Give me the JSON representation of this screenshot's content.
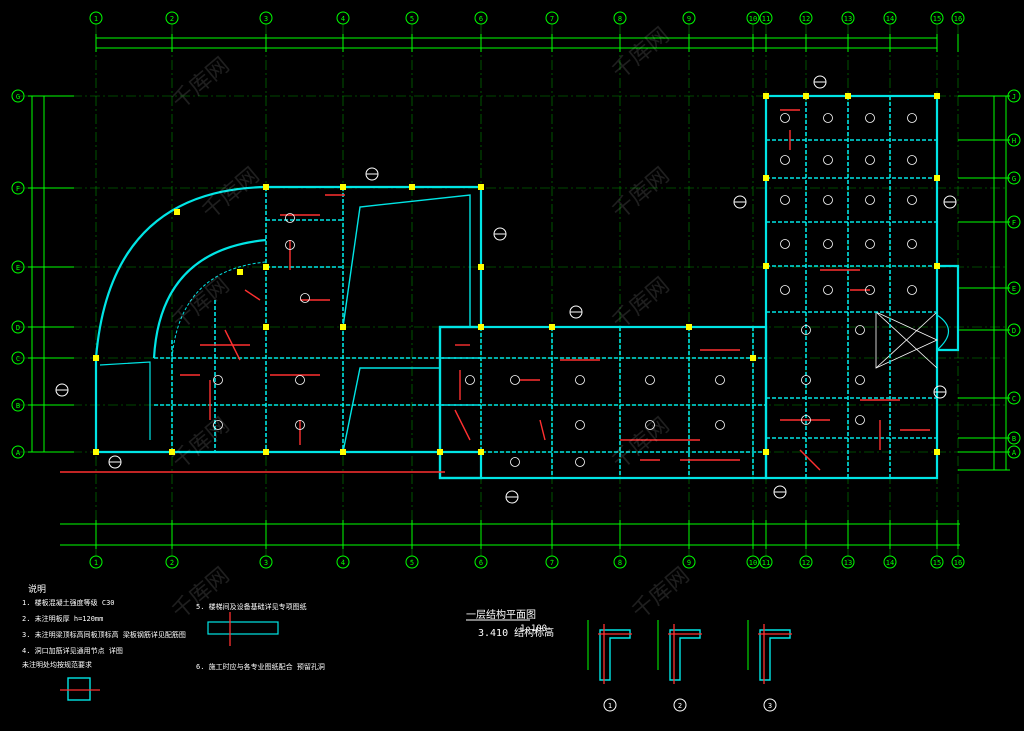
{
  "drawing": {
    "title": "一层结构平面图",
    "scale": "1:100",
    "plan_caption_line2": "3.410 结构标高",
    "notes_heading": "说明",
    "notes": [
      "1. 楼板混凝土强度等级 C30",
      "2. 未注明板厚 h=120mm",
      "3. 未注明梁顶标高同板顶标高 梁板钢筋详见配筋图",
      "4. 洞口加筋详见通用节点 详图",
      "   未注明处均按规范要求"
    ],
    "notes_right": [
      "5. 楼梯间及设备基础详见专项图纸",
      "6. 施工时应与各专业图纸配合 预留孔洞"
    ],
    "section_marks": [
      "1",
      "2",
      "3"
    ],
    "watermark": "千库网"
  },
  "grid": {
    "numbers": [
      "1",
      "2",
      "3",
      "4",
      "5",
      "6",
      "7",
      "8",
      "9",
      "10",
      "11",
      "12",
      "13",
      "14",
      "15",
      "16"
    ],
    "letters_left": [
      "A",
      "B",
      "C",
      "D",
      "E",
      "F",
      "G"
    ],
    "letters_right": [
      "A",
      "B",
      "C",
      "D",
      "E",
      "F",
      "G",
      "H",
      "J"
    ]
  },
  "colors": {
    "background": "#000000",
    "grid": "#00ff00",
    "walls": "#00e5e5",
    "rebar": "#ff3030",
    "columns": "#ffff00",
    "text": "#ffffff"
  }
}
